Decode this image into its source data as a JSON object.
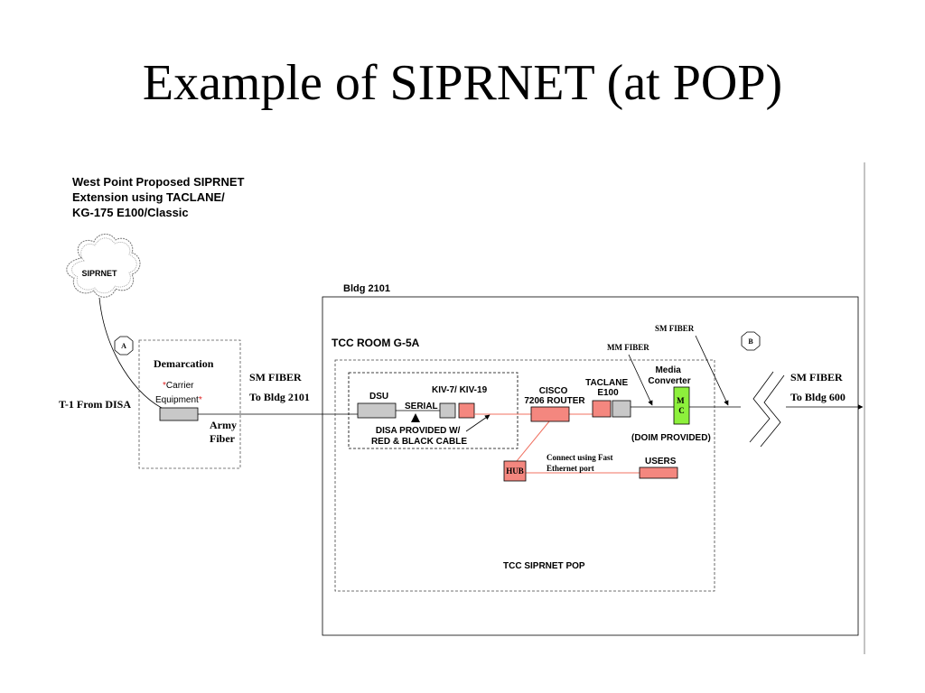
{
  "slide": {
    "title": "Example of SIPRNET (at POP)"
  },
  "diagram": {
    "heading": [
      "West Point Proposed SIPRNET",
      "Extension using TACLANE/",
      "KG-175 E100/Classic"
    ],
    "cloud_label": "SIPRNET",
    "marker_a": "A",
    "marker_b": "B",
    "t1_label": "T-1 From DISA",
    "demarc_title": "Demarcation",
    "carrier_star": "*",
    "carrier_line1": "Carrier",
    "carrier_line2": "Equipment",
    "army_fiber": [
      "Army",
      "Fiber"
    ],
    "sm_fiber_left": "SM FIBER",
    "to_bldg_left": "To Bldg 2101",
    "bldg_label": "Bldg 2101",
    "tcc_room": "TCC ROOM G-5A",
    "dsu": "DSU",
    "serial": "SERIAL",
    "kiv": "KIV-7/ KIV-19",
    "disa_provided": [
      "DISA PROVIDED W/",
      "RED  & BLACK CABLE"
    ],
    "cisco": [
      "CISCO",
      "7206 ROUTER"
    ],
    "taclane": [
      "TACLANE",
      "E100"
    ],
    "mm_fiber": "MM FIBER",
    "sm_fiber_top": "SM FIBER",
    "media_converter": [
      "Media",
      "Converter"
    ],
    "mc": [
      "M",
      "C"
    ],
    "doim": "(DOIM PROVIDED)",
    "hub": "HUB",
    "connect_note": [
      "Connect using Fast",
      "Ethernet port"
    ],
    "users": "USERS",
    "pop_label": "TCC SIPRNET POP",
    "sm_fiber_right": "SM FIBER",
    "to_bldg_right": "To Bldg 600",
    "colors": {
      "red_device": "#f4877f",
      "gray_device": "#c8c8c8",
      "green_device": "#8df03c",
      "link_red": "#f07060"
    }
  }
}
